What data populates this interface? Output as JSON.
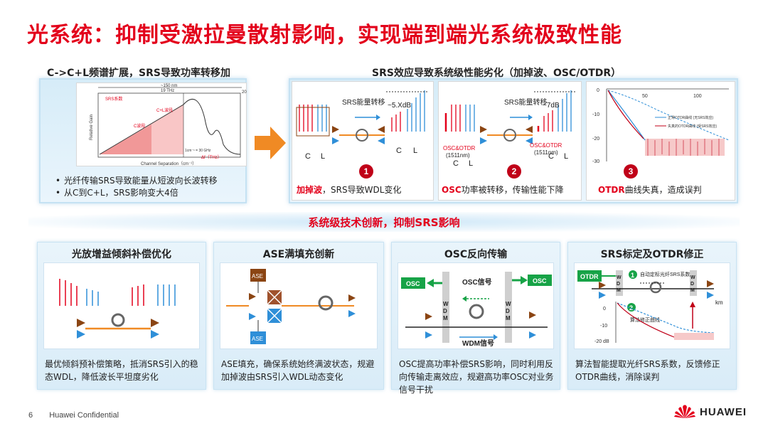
{
  "title": "光系统：抑制受激拉曼散射影响，实现端到端光系统极致性能",
  "left_section": {
    "heading": "C->C+L频谱扩展，SRS导致功率转移加",
    "bullets": [
      "光纤传输SRS导致能量从短波向长波转移",
      "从C到C+L，SRS影响变大4倍"
    ],
    "graph": {
      "top_label1": "~150 nm",
      "top_label2": "19 THz",
      "srs_label": "SRS系数",
      "cl_label": "C+L波段",
      "c_label": "C波段",
      "ylabel": "Relative Gain",
      "xlabel": "Channel Separation（cm⁻¹）",
      "note": "1cm⁻¹ = 30 GHz",
      "dv_label": "Δf（THz）",
      "tick20": "20"
    }
  },
  "right_section": {
    "heading": "SRS效应导致系统级性能劣化（加掉波、OSC/OTDR）",
    "cards": [
      {
        "badge": "1",
        "cap_red": "加掉波",
        "cap_rest": "，SRS导致WDL变化",
        "label_transfer": "SRS能量转移",
        "label_db": "~5.XdB",
        "label_c": "C",
        "label_l": "L"
      },
      {
        "badge": "2",
        "cap_red": "OSC",
        "cap_rest": "功率被转移，传输性能下降",
        "label_transfer": "SRS能量转移",
        "label_db": "~7dB",
        "label_osc1": "OSC&OTDR",
        "label_osc1b": "(1511nm)",
        "label_osc2": "OSC&OTDR",
        "label_osc2b": "(1511nm)",
        "label_c": "C",
        "label_l": "L"
      },
      {
        "badge": "3",
        "cap_red": "OTDR",
        "cap_rest": "曲线失真，造成误判",
        "legend1": "正常OTDR曲线 (无SRS效应)",
        "legend2": "失真的OTDR曲线 (受SRS效应)",
        "yt": [
          "0",
          "-10",
          "-20",
          "-30"
        ],
        "xt": [
          "50",
          "100"
        ]
      }
    ]
  },
  "band_text": "系统级技术创新，抑制SRS影响",
  "bottom_panels": [
    {
      "heading": "光放增益倾斜补偿优化",
      "text": "最优倾斜预补偿策略，抵消SRS引入的稳态WDL，降低波长平坦度劣化"
    },
    {
      "heading": "ASE满填充创新",
      "text": "ASE填充，确保系统始终满波状态，规避加掉波由SRS引入WDL动态变化",
      "ase1": "ASE",
      "ase2": "ASE"
    },
    {
      "heading": "OSC反向传输",
      "text": "OSC提高功率补偿SRS影响，同时利用反向传输走离效应，规避高功率OSC对业务信号干扰",
      "osc_left": "OSC",
      "osc_right": "OSC",
      "osc_sig": "OSC信号",
      "wdm_sig": "WDM信号",
      "wdm": "WDM"
    },
    {
      "heading": "SRS标定及OTDR修正",
      "text": "算法智能提取光纤SRS系数，反馈修正OTDR曲线，消除误判",
      "otdr": "OTDR",
      "step1": "自动定标光纤SRS系数",
      "step2": "算法修正曲线",
      "km": "km",
      "yt": [
        "0",
        "-10",
        "-20 dB"
      ],
      "wdm": "WDM"
    }
  ],
  "footer": {
    "page": "6",
    "confidential": "Huawei Confidential",
    "brand": "HUAWEI"
  },
  "colors": {
    "accent_red": "#e3001b",
    "arrow_orange": "#f08a24",
    "blue": "#2f8fd8",
    "brown": "#8b4513"
  }
}
